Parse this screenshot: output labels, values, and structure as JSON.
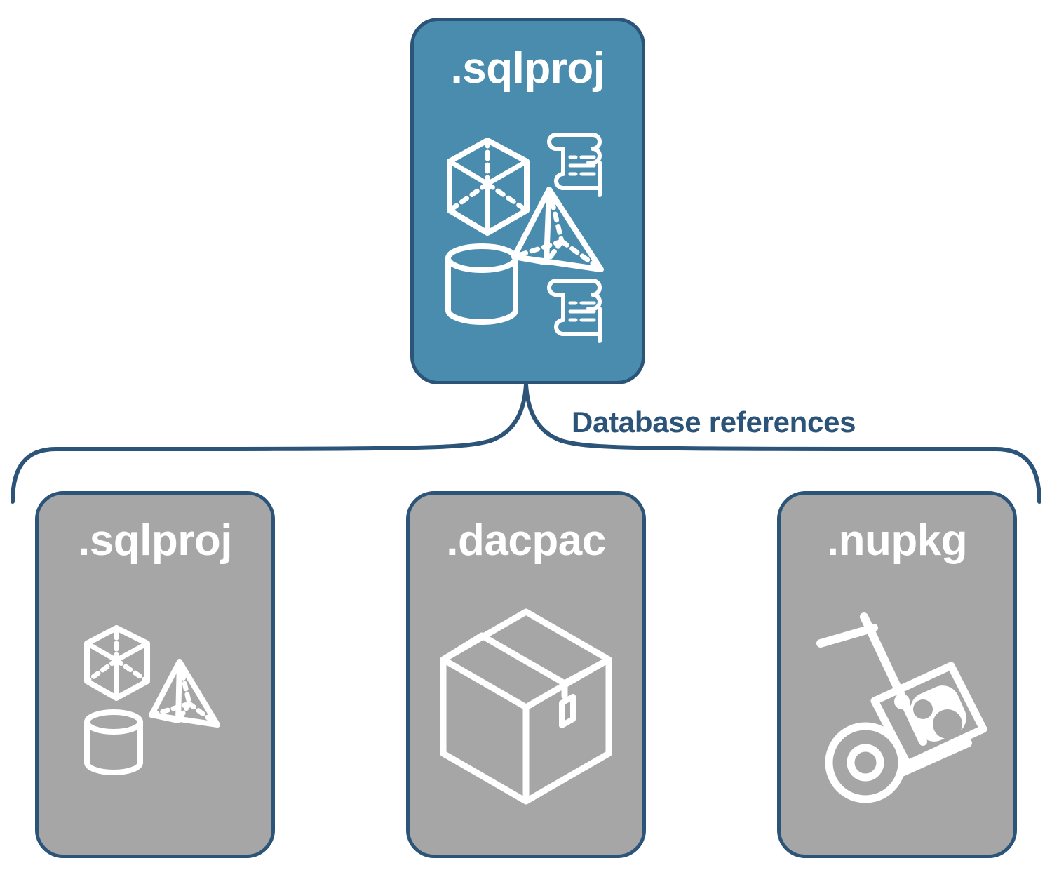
{
  "diagram": {
    "title_root": ".sqlproj",
    "connector_label": "Database references",
    "background": "#ffffff",
    "colors": {
      "primary_card": "#4A8CAE",
      "secondary_card": "#A6A6A6",
      "outline": "#2B5478",
      "label_text": "#2B5478",
      "card_text": "#ffffff"
    }
  },
  "root_node": {
    "label": ".sqlproj",
    "style": "primary",
    "icons": [
      "cube-icon",
      "scroll-icon",
      "pyramid-icon",
      "cylinder-icon",
      "scroll-icon"
    ]
  },
  "reference_targets": [
    {
      "label": ".sqlproj",
      "style": "secondary",
      "icons": [
        "cube-icon",
        "pyramid-icon",
        "cylinder-icon"
      ]
    },
    {
      "label": ".dacpac",
      "style": "secondary",
      "icons": [
        "package-box-icon"
      ]
    },
    {
      "label": ".nupkg",
      "style": "secondary",
      "icons": [
        "nuget-hand-truck-icon"
      ]
    }
  ]
}
